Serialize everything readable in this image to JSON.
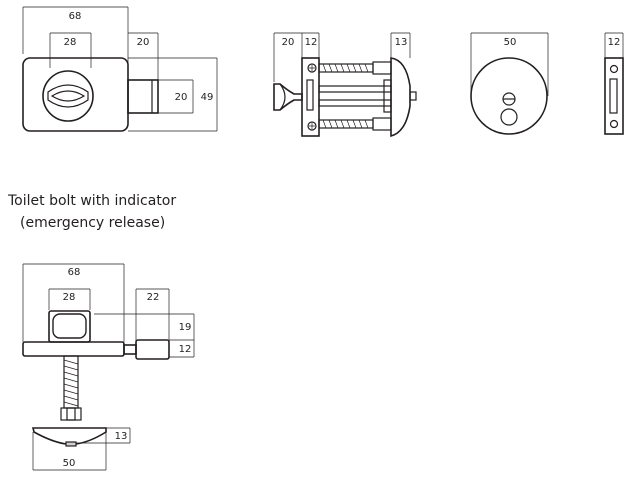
{
  "caption": {
    "line1": "Toilet bolt with indicator",
    "line2": "(emergency release)"
  },
  "front_view": {
    "width": "68",
    "knob_width": "28",
    "bolt_extension": "20",
    "bolt_height": "20",
    "height": "49"
  },
  "side_view": {
    "knob_depth": "20",
    "plate_thickness": "12",
    "cover_thickness": "13"
  },
  "rosette_view": {
    "diameter": "50"
  },
  "keep_view": {
    "width": "12"
  },
  "bottom_drawing": {
    "width": "68",
    "indicator_width": "28",
    "bolt_extension": "22",
    "bolt_height": "19",
    "plate_thickness": "12",
    "rosette_thickness": "13",
    "rosette_diameter": "50"
  }
}
